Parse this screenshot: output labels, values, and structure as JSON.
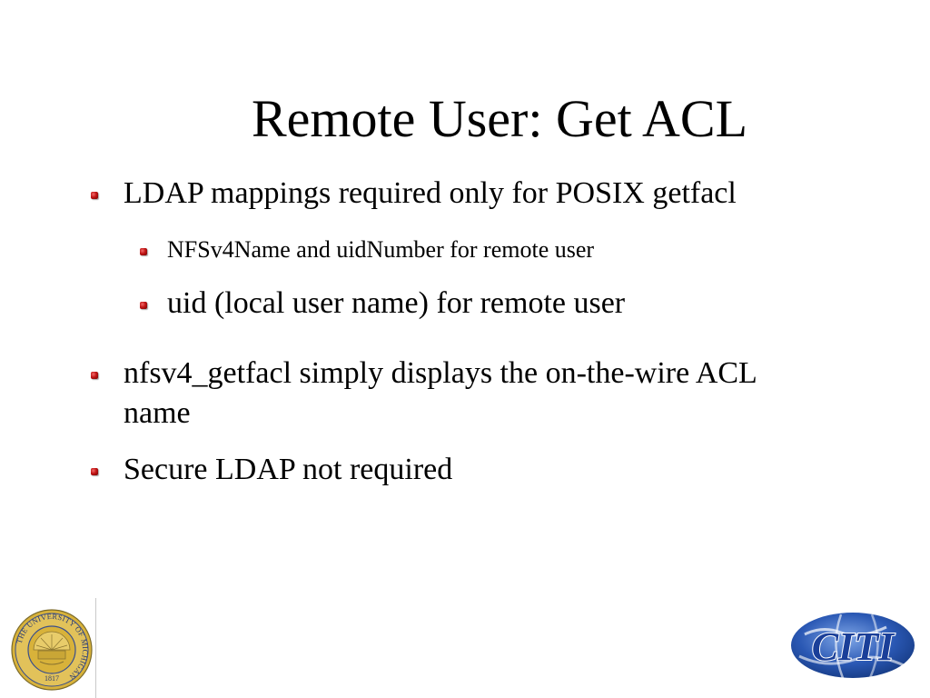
{
  "slide": {
    "title": "Remote User: Get ACL",
    "bullets": [
      {
        "text": "LDAP mappings required only for POSIX getfacl"
      },
      {
        "text": "NFSv4Name and uidNumber for remote user"
      },
      {
        "text": "uid (local user name) for remote user"
      },
      {
        "line1": "nfsv4_getfacl simply displays the on-the-wire ACL",
        "line2": "name"
      },
      {
        "text": "Secure LDAP not required"
      }
    ]
  },
  "logos": {
    "seal": {
      "name": "university-of-michigan-seal",
      "ring_text": "THE UNIVERSITY OF MICHIGAN",
      "year": "1817",
      "colors": {
        "gold": "#d8b23a",
        "blue": "#3a4f8c"
      }
    },
    "citi": {
      "name": "citi-logo",
      "text": "CITI",
      "colors": {
        "blue": "#2a58b4",
        "white": "#ffffff"
      }
    }
  },
  "theme": {
    "bullet_color": "#c21515",
    "text_color": "#000000",
    "background": "#ffffff"
  }
}
